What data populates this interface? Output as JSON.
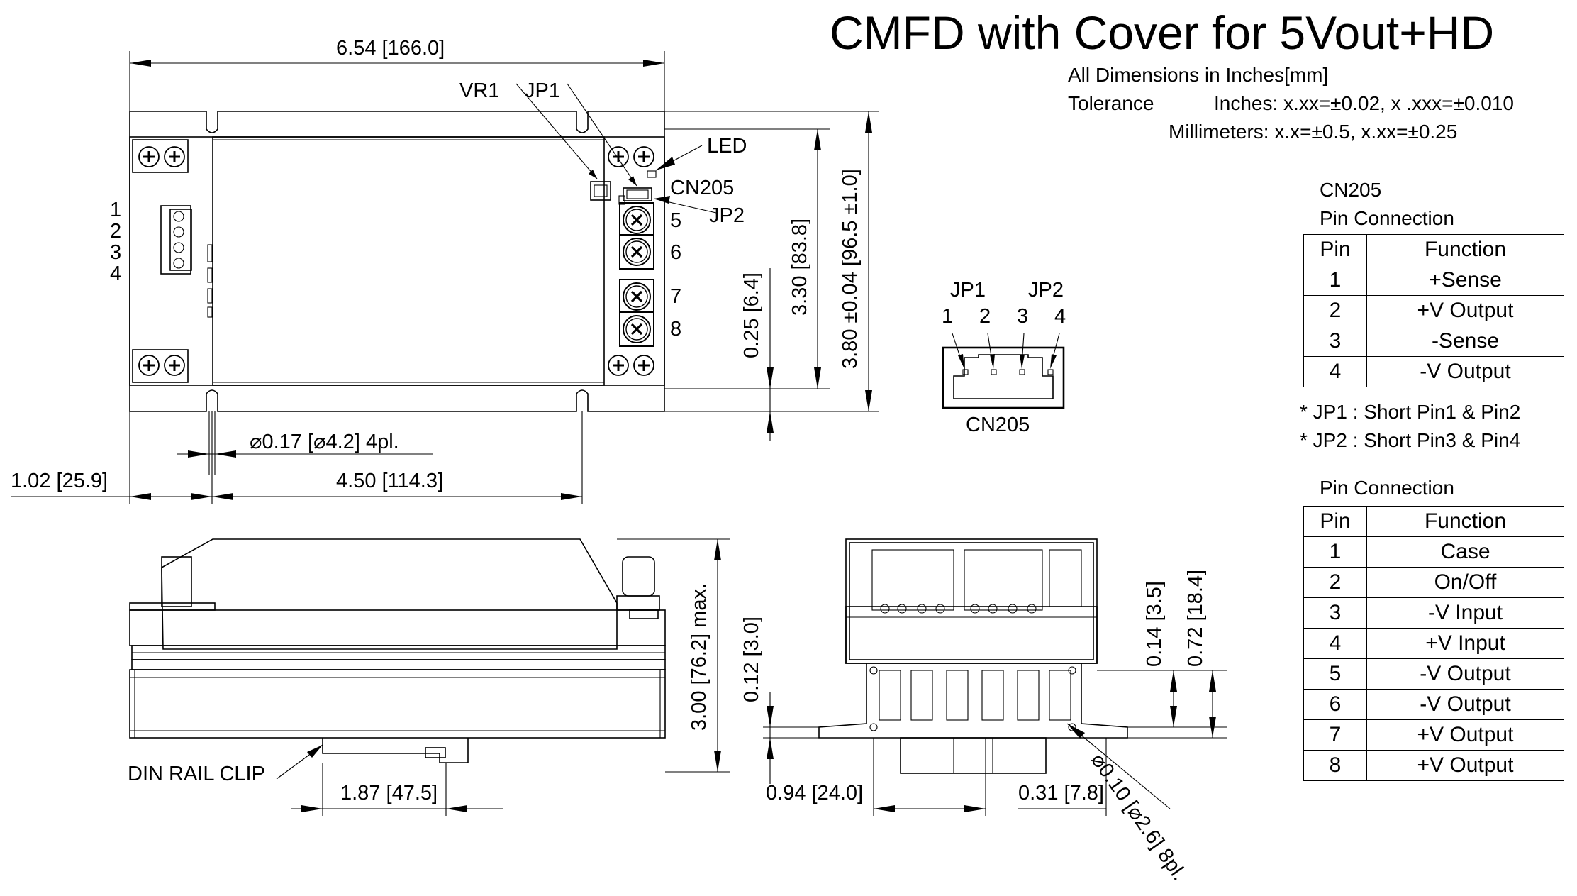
{
  "title": "CMFD with Cover for 5Vout+HD",
  "info": {
    "dims": "All Dimensions in Inches[mm]",
    "tolerance_label": "Tolerance",
    "inches": "Inches: x.xx=±0.02, x .xxx=±0.010",
    "millimeters": "Millimeters: x.x=±0.5, x.xx=±0.25"
  },
  "top_view": {
    "width_in": "6.54",
    "width_mm": "166.0",
    "hole_dia_in": "0.17",
    "hole_dia_mm": "⌀4.2",
    "hole_suffix": "4pl.",
    "offset_in": "1.02",
    "offset_mm": "25.9",
    "pitch_in": "4.50",
    "pitch_mm": "114.3",
    "h1_in": "0.25",
    "h1_mm": "6.4",
    "h2_in": "3.30",
    "h2_mm": "83.8",
    "h3_in": "3.80 ±0.04",
    "h3_mm": "96.5 ±1.0",
    "label_vr1": "VR1",
    "label_jp1": "JP1",
    "label_led": "LED",
    "label_cn205": "CN205",
    "label_jp2": "JP2",
    "pins_left": [
      "1",
      "2",
      "3",
      "4"
    ],
    "pins_right": [
      "5",
      "6",
      "7",
      "8"
    ]
  },
  "connector_detail": {
    "jp1": "JP1",
    "jp2": "JP2",
    "pins": [
      "1",
      "2",
      "3",
      "4"
    ],
    "name": "CN205"
  },
  "side_view": {
    "height_in": "3.00",
    "height_mm": "76.2",
    "height_suffix": "max.",
    "clip_label": "DIN RAIL CLIP",
    "clip_in": "1.87",
    "clip_mm": "47.5"
  },
  "end_view": {
    "d1_in": "0.12",
    "d1_mm": "3.0",
    "d2_in": "0.14",
    "d2_mm": "3.5",
    "d3_in": "0.72",
    "d3_mm": "18.4",
    "d4_in": "0.94",
    "d4_mm": "24.0",
    "d5_in": "0.31",
    "d5_mm": "7.8",
    "hole_in": "0.10",
    "hole_mm": "⌀2.6",
    "hole_suffix": "8pl."
  },
  "cn205_table": {
    "caption1": "CN205",
    "caption2": "Pin Connection",
    "headers": [
      "Pin",
      "Function"
    ],
    "rows": [
      [
        "1",
        "+Sense"
      ],
      [
        "2",
        "+V Output"
      ],
      [
        "3",
        "-Sense"
      ],
      [
        "4",
        "-V Output"
      ]
    ],
    "notes": [
      "* JP1 : Short Pin1 & Pin2",
      "* JP2 : Short Pin3 & Pin4"
    ]
  },
  "pin_table": {
    "caption": "Pin Connection",
    "headers": [
      "Pin",
      "Function"
    ],
    "rows": [
      [
        "1",
        "Case"
      ],
      [
        "2",
        "On/Off"
      ],
      [
        "3",
        "-V Input"
      ],
      [
        "4",
        "+V Input"
      ],
      [
        "5",
        "-V Output"
      ],
      [
        "6",
        "-V Output"
      ],
      [
        "7",
        "+V Output"
      ],
      [
        "8",
        "+V Output"
      ]
    ]
  }
}
